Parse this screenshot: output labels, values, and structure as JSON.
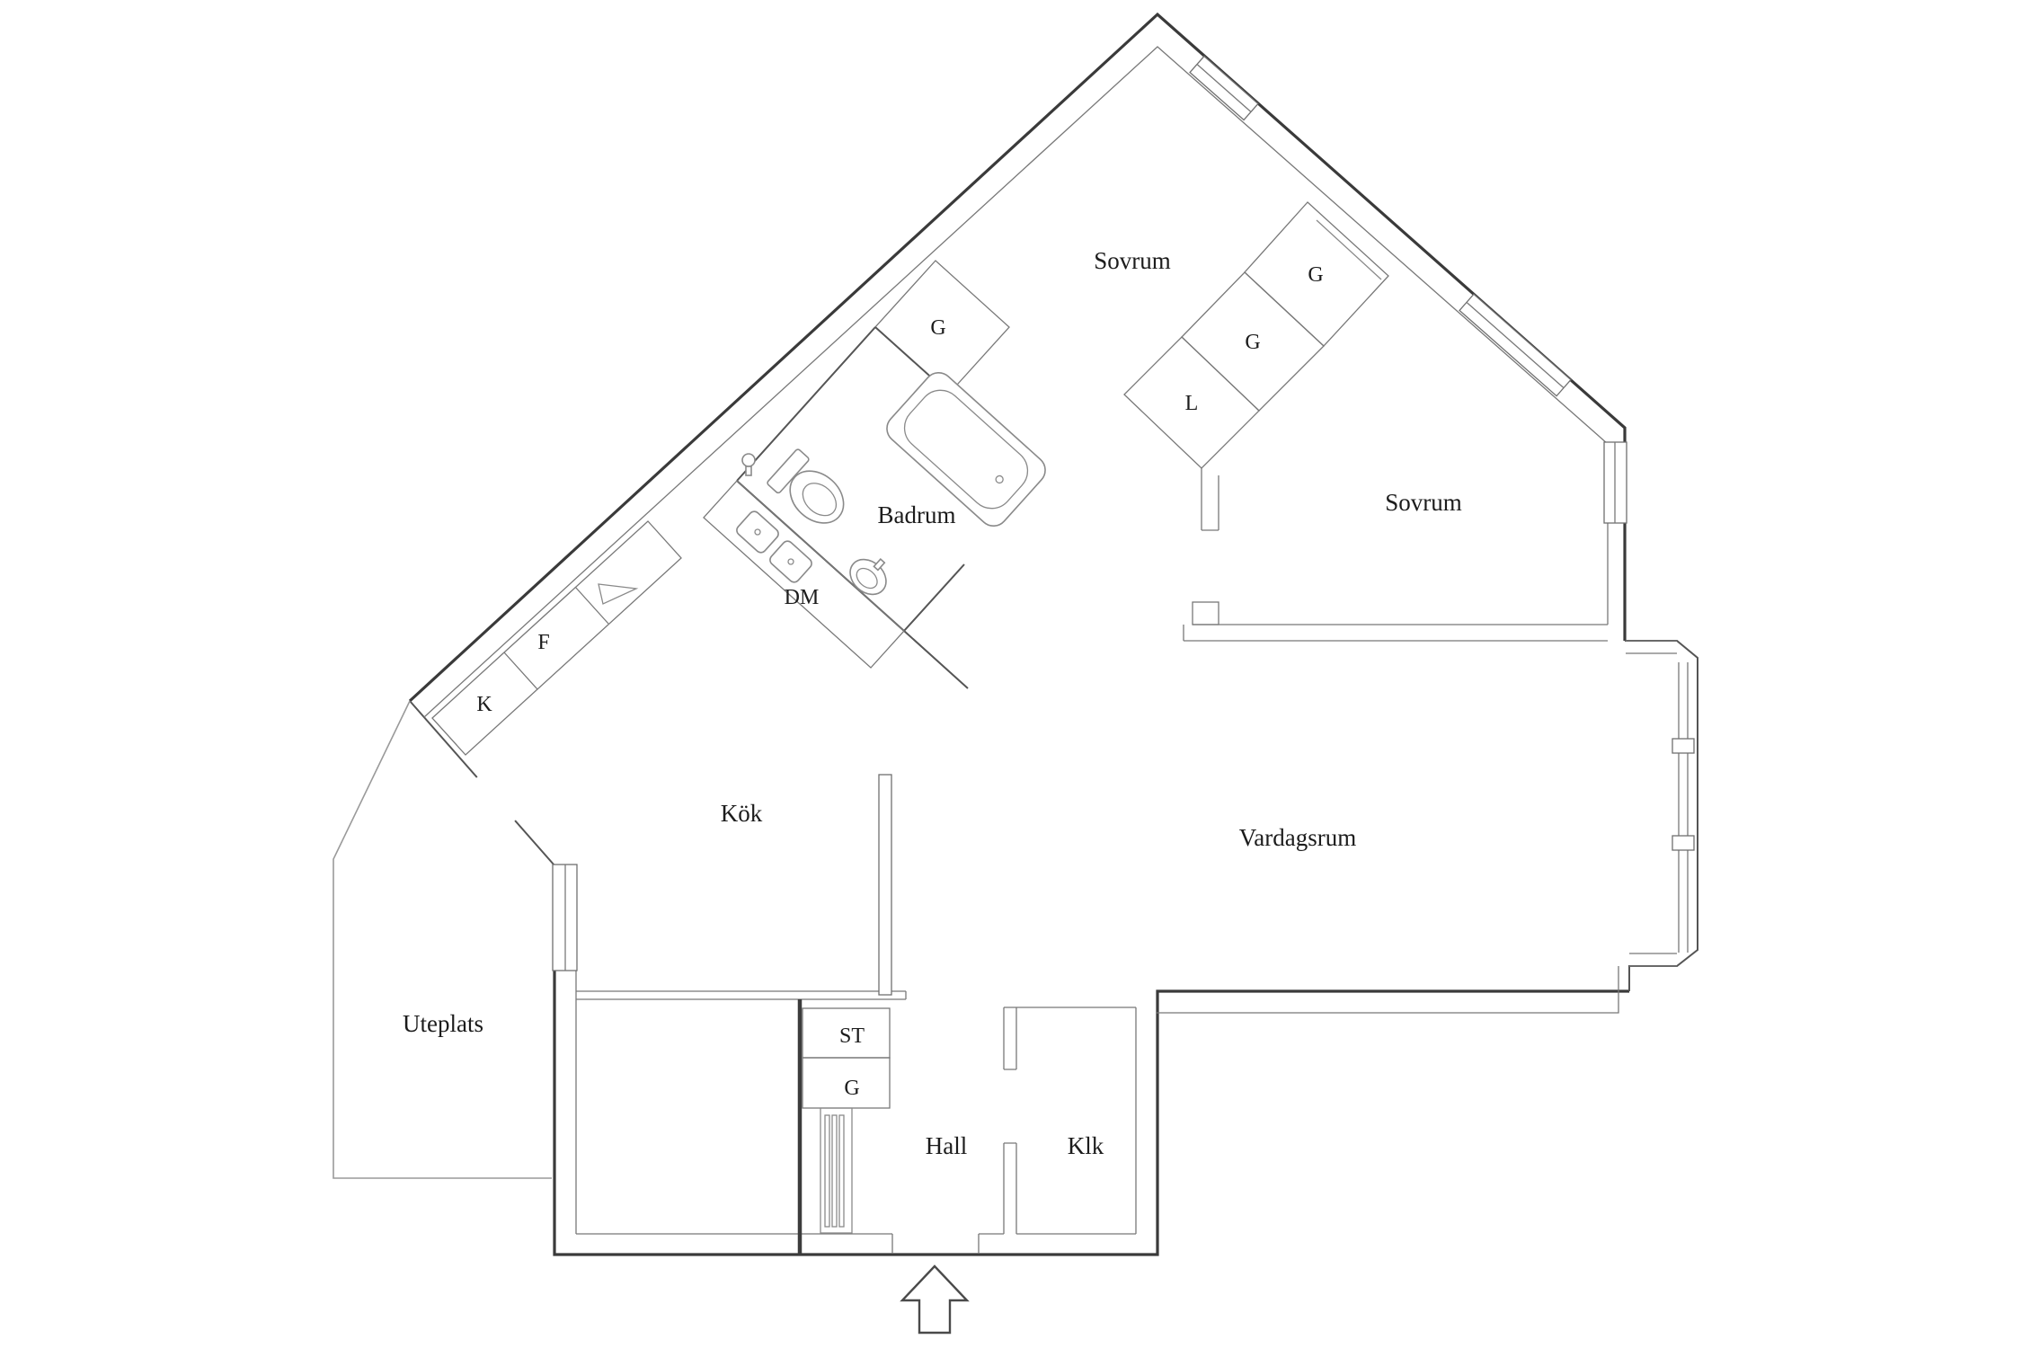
{
  "title": "Apartment floor plan",
  "colors": {
    "wall": "#3a3a3a",
    "med": "#555555",
    "thin": "#787878",
    "fix": "#8a8a8a",
    "label": "#1c1c1c",
    "bg": "#ffffff"
  },
  "labels": {
    "sovrum_top": {
      "text": "Sovrum"
    },
    "sovrum_right": {
      "text": "Sovrum"
    },
    "badrum": {
      "text": "Badrum"
    },
    "kok": {
      "text": "Kök"
    },
    "vardagsrum": {
      "text": "Vardagsrum"
    },
    "uteplats": {
      "text": "Uteplats"
    },
    "hall": {
      "text": "Hall"
    },
    "klk": {
      "text": "Klk"
    },
    "dm": {
      "text": "DM"
    },
    "st": {
      "text": "ST"
    },
    "g_hall": {
      "text": "G"
    },
    "g_sovrum1": {
      "text": "G"
    },
    "g_chain_top": {
      "text": "G"
    },
    "g_chain_mid": {
      "text": "G"
    },
    "l_chain": {
      "text": "L"
    },
    "k": {
      "text": "K"
    },
    "f": {
      "text": "F"
    }
  },
  "icons": {
    "entrance": "arrow-up-outline",
    "bathtub": "rounded-rect",
    "toilet": "ellipse-with-tank",
    "washbasin": "oval-with-tap",
    "kitchen_sink": "double-basin",
    "stove": "triangle-mark",
    "radiator": "striped-rect",
    "shower_tap": "circle-stem"
  }
}
